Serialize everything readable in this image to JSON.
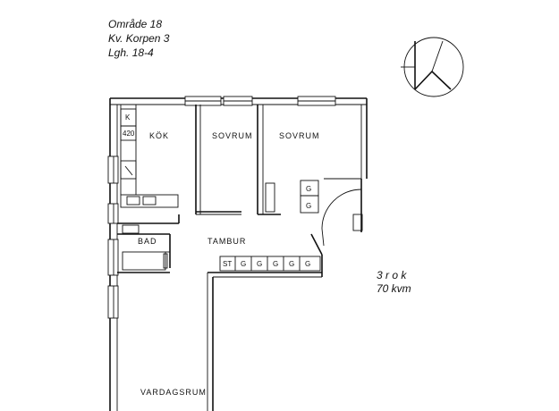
{
  "header": {
    "line1": "Område 18",
    "line2": "Kv. Korpen 3",
    "line3": "Lgh. 18-4"
  },
  "rooms": {
    "kitchen": "KÖK",
    "bedroom1": "SOVRUM",
    "bedroom2": "SOVRUM",
    "bathroom": "BAD",
    "hall": "TAMBUR",
    "living": "VARDAGSRUM"
  },
  "fixtures": {
    "fridge_label": "K",
    "stove_label": "420",
    "wardrobe_bedroom": [
      "G",
      "G"
    ],
    "hall_storage": [
      "ST",
      "G",
      "G",
      "G",
      "G",
      "G"
    ]
  },
  "info": {
    "rooms": "3 r o k",
    "area": "70 kvm"
  },
  "compass_icon": "north-arrow-icon"
}
